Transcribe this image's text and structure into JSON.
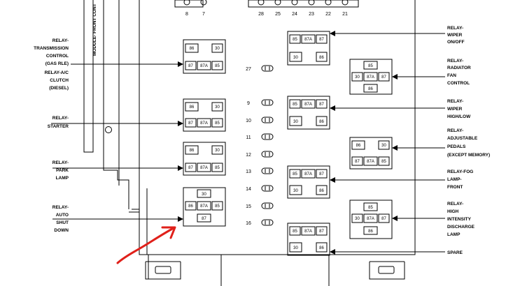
{
  "module_label": "MODULE- FRONT CONT",
  "top_fuses": [
    "8",
    "7",
    "28",
    "25",
    "24",
    "23",
    "22",
    "21"
  ],
  "fuse_numbers": [
    "27",
    "9",
    "10",
    "11",
    "12",
    "13",
    "14",
    "15",
    "16"
  ],
  "relays": [
    {
      "name": "relay-transmission",
      "text": [
        "86",
        "30",
        "87",
        "87A",
        "85"
      ]
    },
    {
      "name": "relay-starter",
      "text": [
        "86",
        "30",
        "87",
        "87A",
        "85"
      ]
    },
    {
      "name": "relay-park-lamp",
      "text": [
        "86",
        "30",
        "87",
        "87A",
        "85"
      ]
    },
    {
      "name": "relay-auto-shut-down",
      "text": [
        "30",
        "86",
        "87A",
        "85",
        "87"
      ]
    },
    {
      "name": "relay-wiper-on-off",
      "text": [
        "85",
        "87A",
        "87",
        "30",
        "86"
      ]
    },
    {
      "name": "relay-radiator-fan",
      "text": [
        "85",
        "30",
        "87A",
        "87",
        "86"
      ]
    },
    {
      "name": "relay-wiper-high-low",
      "text": [
        "85",
        "87A",
        "87",
        "30",
        "86"
      ]
    },
    {
      "name": "relay-adjustable-pedals",
      "text": [
        "86",
        "30",
        "87",
        "87A",
        "85"
      ]
    },
    {
      "name": "relay-fog-lamp",
      "text": [
        "85",
        "87A",
        "87",
        "30",
        "86"
      ]
    },
    {
      "name": "relay-hid-lamp",
      "text": [
        "85",
        "30",
        "87A",
        "87",
        "86"
      ]
    },
    {
      "name": "relay-spare",
      "text": [
        "85",
        "87A",
        "87",
        "30",
        "86"
      ]
    }
  ],
  "labels": [
    {
      "name": "label-transmission",
      "lines": [
        "RELAY-",
        "TRANSMISSION",
        "CONTROL",
        "(GAS RLE)",
        "RELAY-A/C",
        "CLUTCH",
        "(DIESEL)"
      ]
    },
    {
      "name": "label-starter",
      "lines": [
        "RELAY-",
        "STARTER"
      ]
    },
    {
      "name": "label-park-lamp",
      "lines": [
        "RELAY-",
        "PARK",
        "LAMP"
      ]
    },
    {
      "name": "label-auto-shut-down",
      "lines": [
        "RELAY-",
        "AUTO",
        "SHUT",
        "DOWN"
      ]
    },
    {
      "name": "label-wiper-on-off",
      "lines": [
        "RELAY-",
        "WIPER",
        "ON/OFF"
      ]
    },
    {
      "name": "label-radiator-fan",
      "lines": [
        "RELAY-",
        "RADIATOR",
        "FAN",
        "CONTROL"
      ]
    },
    {
      "name": "label-wiper-high-low",
      "lines": [
        "RELAY-",
        "WIPER",
        "HIGH/LOW"
      ]
    },
    {
      "name": "label-adjustable-pedals",
      "lines": [
        "RELAY-",
        "ADJUSTABLE",
        "PEDALS",
        "(EXCEPT MEMORY)"
      ]
    },
    {
      "name": "label-fog-lamp",
      "lines": [
        "RELAY-FOG",
        "LAMP-",
        "FRONT"
      ]
    },
    {
      "name": "label-hid-lamp",
      "lines": [
        "RELAY-",
        "HIGH",
        "INTENSITY",
        "DISCHARGE",
        "LAMP"
      ]
    },
    {
      "name": "label-spare",
      "lines": [
        "SPARE"
      ]
    }
  ],
  "colors": {
    "lines": "#000000",
    "annotation_arrow": "#e0201a",
    "background": "#ffffff"
  }
}
